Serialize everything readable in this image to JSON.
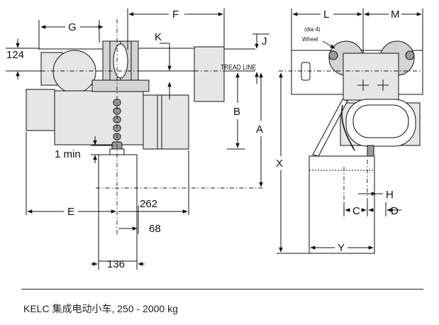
{
  "labels": {
    "g": "G",
    "f": "F",
    "k": "K",
    "j": "J",
    "dim_124": "124",
    "tread_line": "TREAD LINE",
    "b": "B",
    "a": "A",
    "one_min": "1 min",
    "e": "E",
    "dim_262": "262",
    "dim_68": "68",
    "dim_136": "136",
    "l": "L",
    "m": "M",
    "dia_4": "(dia 4)",
    "wheel": "Wheel",
    "x": "X",
    "h": "H",
    "c": "C",
    "d": "D",
    "y": "Y"
  },
  "caption": "KELC 集成电动小车, 250 - 2000 kg"
}
